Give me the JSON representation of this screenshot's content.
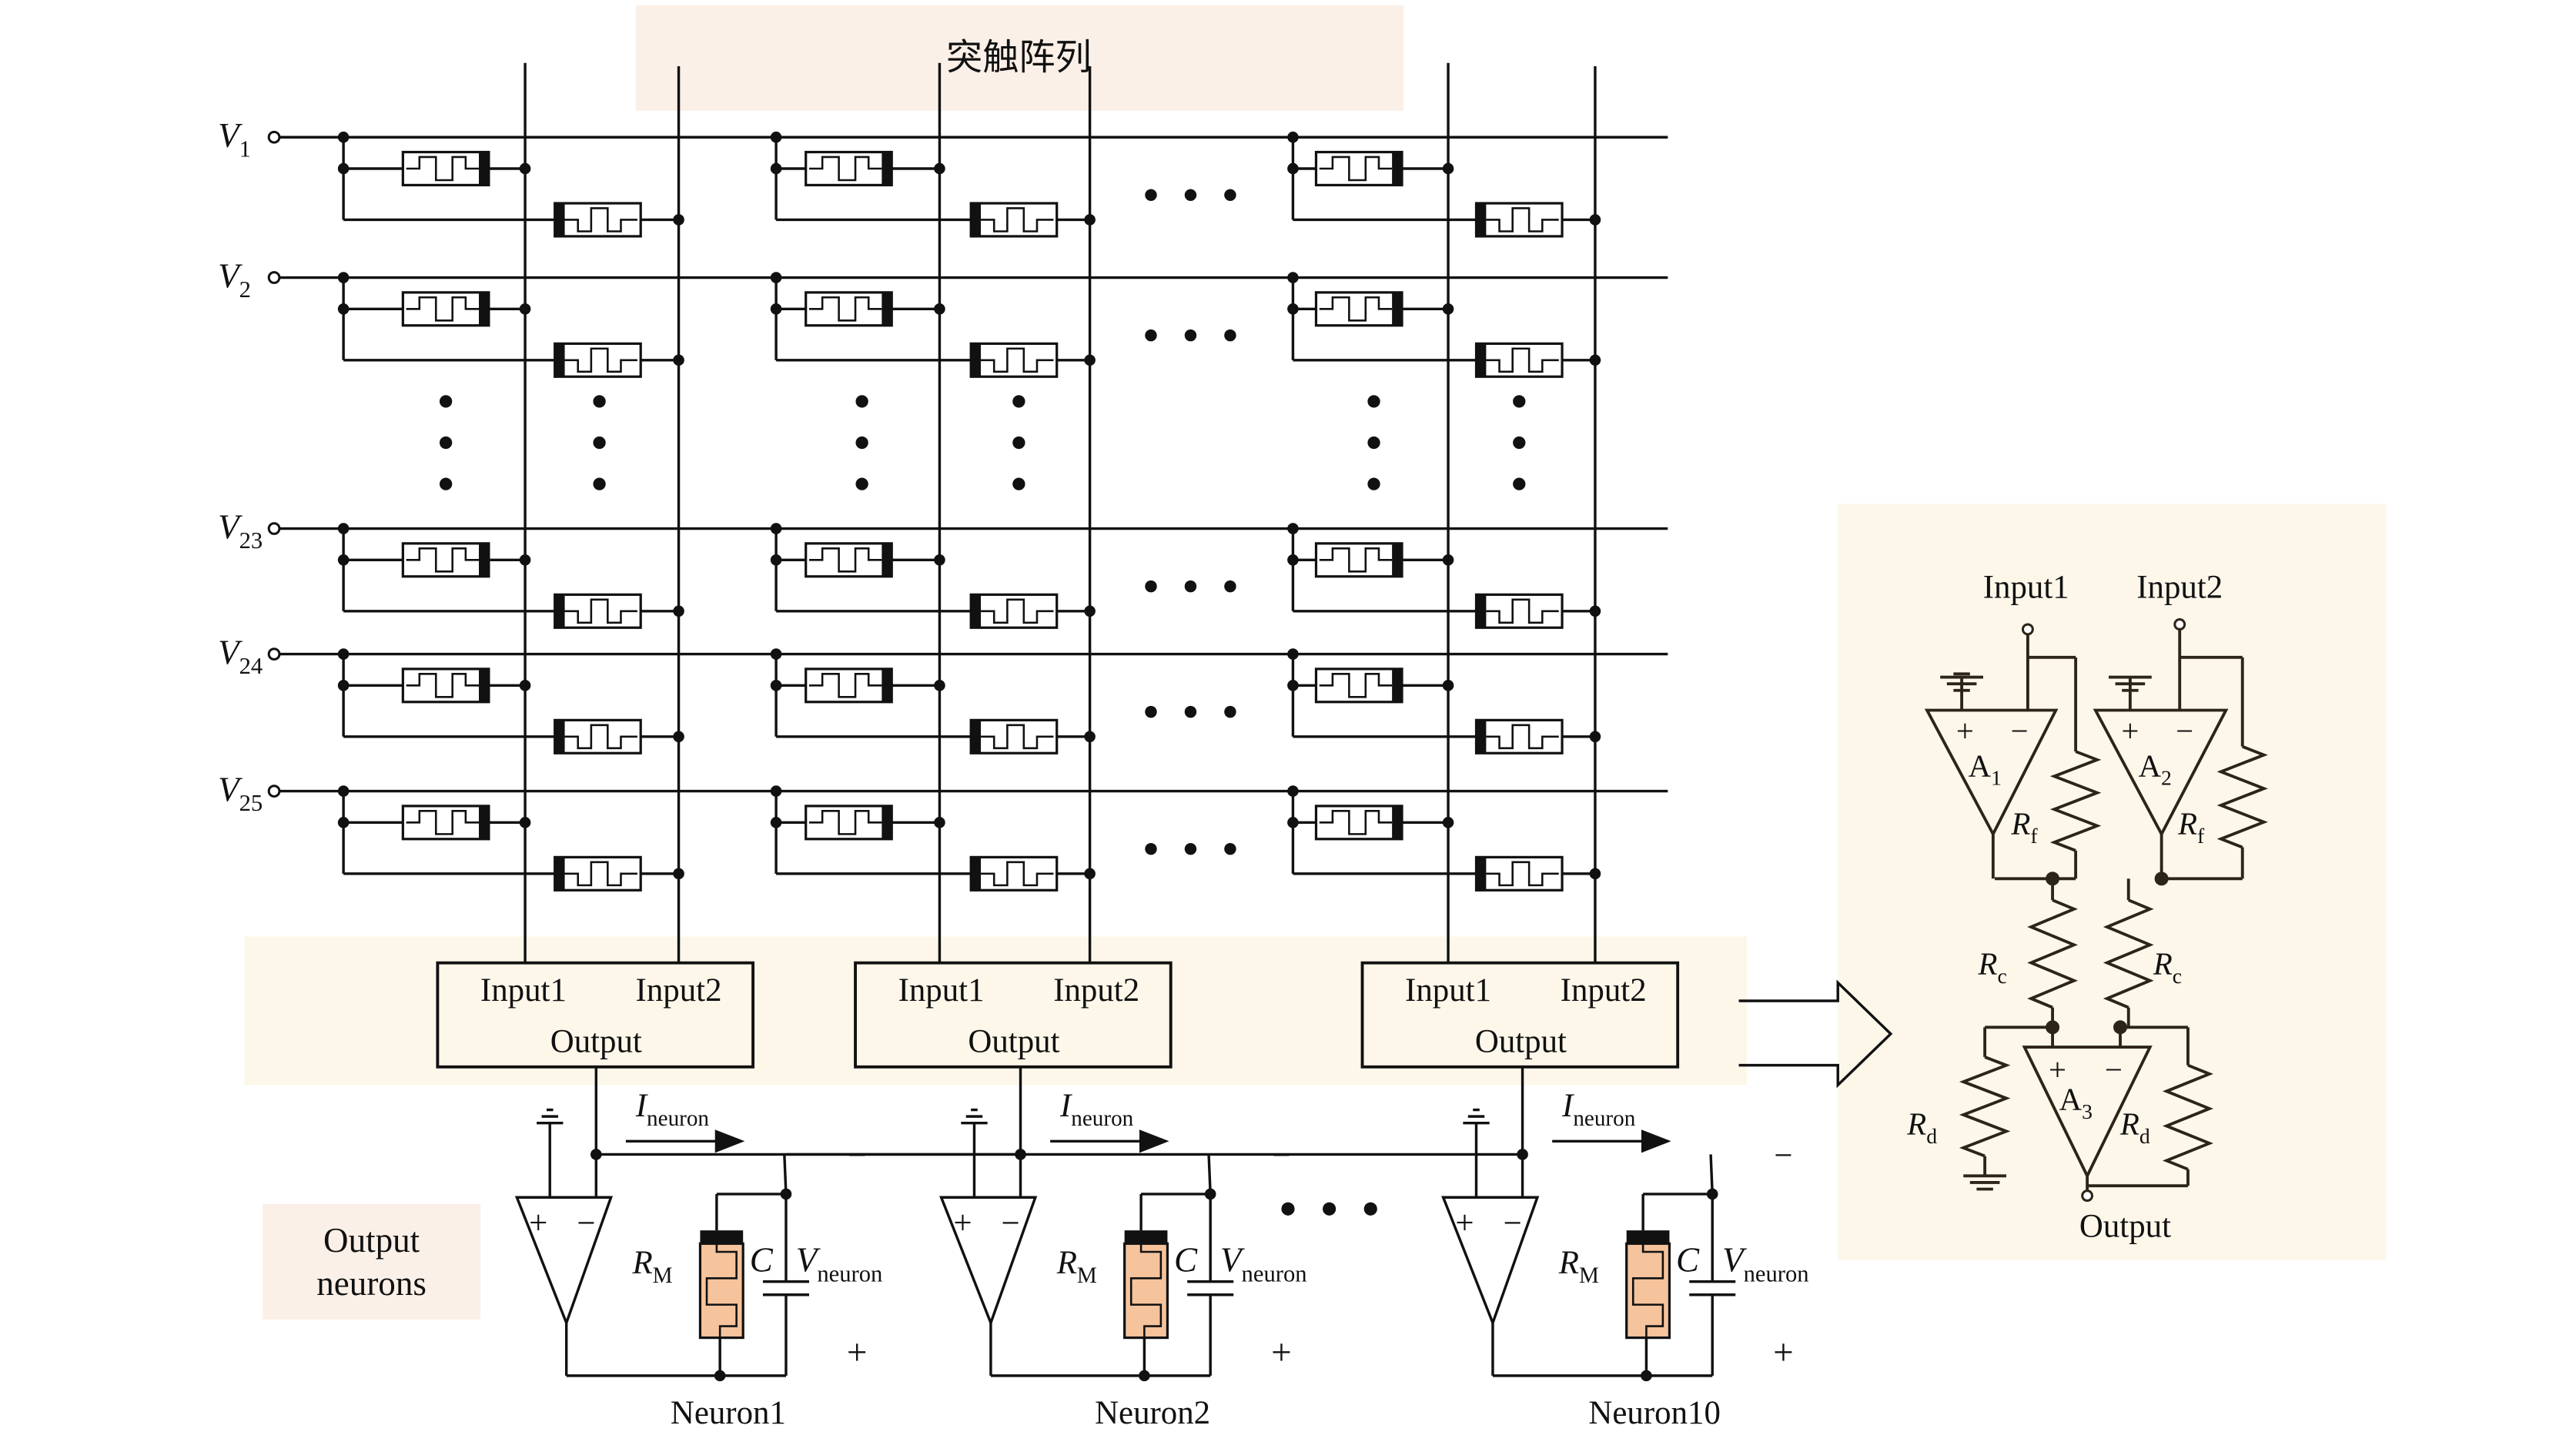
{
  "title": "突触阵列",
  "colors": {
    "title_bg": "#fbf0e8",
    "band_bg": "#fdf7ea",
    "panel_bg": "#fdf7ea",
    "neuron_label_bg": "#fbf0e8",
    "memristor_fill": "#f5c39c",
    "line": "#111111",
    "panel_line": "#2d2418"
  },
  "rows": [
    {
      "label": "V",
      "sub": "1"
    },
    {
      "label": "V",
      "sub": "2"
    },
    {
      "label": "V",
      "sub": "23"
    },
    {
      "label": "V",
      "sub": "24"
    },
    {
      "label": "V",
      "sub": "25"
    }
  ],
  "io_blocks": [
    {
      "input1": "Input1",
      "input2": "Input2",
      "output": "Output"
    },
    {
      "input1": "Input1",
      "input2": "Input2",
      "output": "Output"
    },
    {
      "input1": "Input1",
      "input2": "Input2",
      "output": "Output"
    }
  ],
  "neurons": [
    {
      "name": "Neuron1",
      "current": "I",
      "current_sub": "neuron",
      "rm": "R",
      "rm_sub": "M",
      "cap": "C",
      "volt": "V",
      "volt_sub": "neuron",
      "minus": "−",
      "plus": "+"
    },
    {
      "name": "Neuron2",
      "current": "I",
      "current_sub": "neuron",
      "rm": "R",
      "rm_sub": "M",
      "cap": "C",
      "volt": "V",
      "volt_sub": "neuron",
      "minus": "−",
      "plus": "+"
    },
    {
      "name": "Neuron10",
      "current": "I",
      "current_sub": "neuron",
      "rm": "R",
      "rm_sub": "M",
      "cap": "C",
      "volt": "V",
      "volt_sub": "neuron",
      "minus": "−",
      "plus": "+"
    }
  ],
  "output_neurons_label": [
    "Output",
    "neurons"
  ],
  "opamp_signs": {
    "plus": "+",
    "minus": "−"
  },
  "subtractor": {
    "input1": "Input1",
    "input2": "Input2",
    "output": "Output",
    "amps": [
      {
        "label": "A",
        "sub": "1"
      },
      {
        "label": "A",
        "sub": "2"
      },
      {
        "label": "A",
        "sub": "3"
      }
    ],
    "rf": {
      "label": "R",
      "sub": "f"
    },
    "rc": {
      "label": "R",
      "sub": "c"
    },
    "rd": {
      "label": "R",
      "sub": "d"
    }
  }
}
